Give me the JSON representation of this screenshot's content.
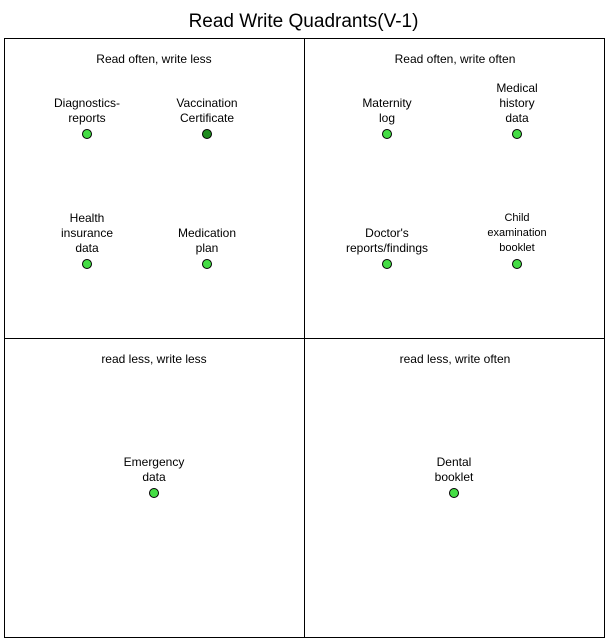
{
  "title": "Read Write Quadrants(V-1)",
  "quadrants": [
    {
      "label": "Read often, write less"
    },
    {
      "label": "Read often, write often"
    },
    {
      "label": "read less, write less"
    },
    {
      "label": "read less, write often"
    }
  ],
  "items": [
    {
      "label": "Diagnostics-\nreports",
      "color": "#44dd44"
    },
    {
      "label": "Vaccination\nCertificate",
      "color": "#1e8c1e"
    },
    {
      "label": "Health\ninsurance\ndata",
      "color": "#44dd44"
    },
    {
      "label": "Medication\nplan",
      "color": "#44dd44"
    },
    {
      "label": "Maternity\nlog",
      "color": "#44dd44"
    },
    {
      "label": "Medical\nhistory\ndata",
      "color": "#44dd44"
    },
    {
      "label": "Doctor's\nreports/findings",
      "color": "#44dd44"
    },
    {
      "label": "Child\nexamination\nbooklet",
      "color": "#44dd44"
    },
    {
      "label": "Emergency\ndata",
      "color": "#44dd44"
    },
    {
      "label": "Dental\nbooklet",
      "color": "#44dd44"
    }
  ]
}
